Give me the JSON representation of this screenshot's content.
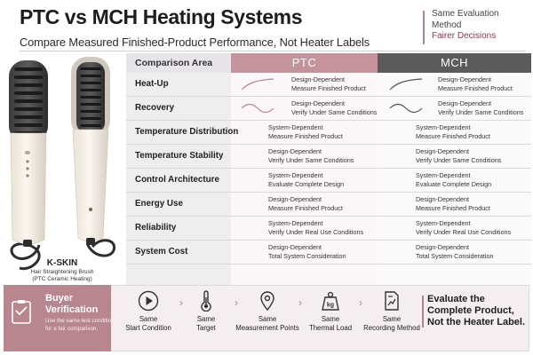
{
  "header": {
    "title": "PTC vs MCH Heating Systems",
    "subtitle": "Compare Measured Finished-Product Performance, Not Heater Labels"
  },
  "side_note": {
    "lines": [
      "Same Evaluation",
      "Method",
      "Fairer Decisions"
    ]
  },
  "product": {
    "brand": "K-SKIN",
    "caption_line1": "Hair Straightening Brush",
    "caption_line2": "(PTC Ceramic Heating)"
  },
  "table": {
    "headers": {
      "area": "Comparison Area",
      "ptc": "PTC",
      "mch": "MCH"
    },
    "rows": [
      {
        "label": "Heat-Up",
        "ptc": [
          "Design-Dependent",
          "Measure Finished Product"
        ],
        "mch": [
          "Design-Dependent",
          "Measure Finished Product"
        ],
        "spark": "heat-up-curve-icon"
      },
      {
        "label": "Recovery",
        "ptc": [
          "Design-Dependent",
          "Verify Under Same Conditions"
        ],
        "mch": [
          "Design-Dependent",
          "Verify Under Same Conditions"
        ],
        "spark": "recovery-wave-icon"
      },
      {
        "label": "Temperature Distribution",
        "ptc": [
          "System-Dependent",
          "Measure Finished Product"
        ],
        "mch": [
          "System-Dependent",
          "Measure Finished Product"
        ]
      },
      {
        "label": "Temperature Stability",
        "ptc": [
          "Design-Dependent",
          "Verify Under Same Conditions"
        ],
        "mch": [
          "Design-Dependent",
          "Verify Under Same Conditions"
        ]
      },
      {
        "label": "Control Architecture",
        "ptc": [
          "System-Dependent",
          "Evaluate Complete Design"
        ],
        "mch": [
          "System-Dependent",
          "Evaluate Complete Design"
        ]
      },
      {
        "label": "Energy Use",
        "ptc": [
          "Design-Dependent",
          "Measure Finished Product"
        ],
        "mch": [
          "Design-Dependent",
          "Measure Finished Product"
        ]
      },
      {
        "label": "Reliability",
        "ptc": [
          "System-Dependent",
          "Verify Under Real Use Conditions"
        ],
        "mch": [
          "System-Dependent",
          "Verify Under Real Use Conditions"
        ]
      },
      {
        "label": "System Cost",
        "ptc": [
          "Design-Dependent",
          "Total System Consideration"
        ],
        "mch": [
          "Design-Dependent",
          "Total System Consideration"
        ]
      }
    ]
  },
  "verification": {
    "title_line1": "Buyer",
    "title_line2": "Verification",
    "desc_line1": "Use the same test conditions",
    "desc_line2": "for a fair comparison.",
    "steps": [
      {
        "icon": "play-icon",
        "line1": "Same",
        "line2": "Start Condition"
      },
      {
        "icon": "thermometer-icon",
        "line1": "Same",
        "line2": "Target"
      },
      {
        "icon": "location-pin-icon",
        "line1": "Same",
        "line2": "Measurement Points"
      },
      {
        "icon": "weight-kg-icon",
        "weight_label": "kg",
        "line1": "Same",
        "line2": "Thermal Load"
      },
      {
        "icon": "document-chart-icon",
        "line1": "Same",
        "line2": "Recording Method"
      }
    ],
    "cta_lines": [
      "Evaluate the",
      "Complete Product,",
      "Not the Heater Label."
    ]
  },
  "colors": {
    "ptc": "#c5939b",
    "mch": "#5b5b5b",
    "accent": "#b0838b",
    "verification_bg": "#b8868e"
  }
}
